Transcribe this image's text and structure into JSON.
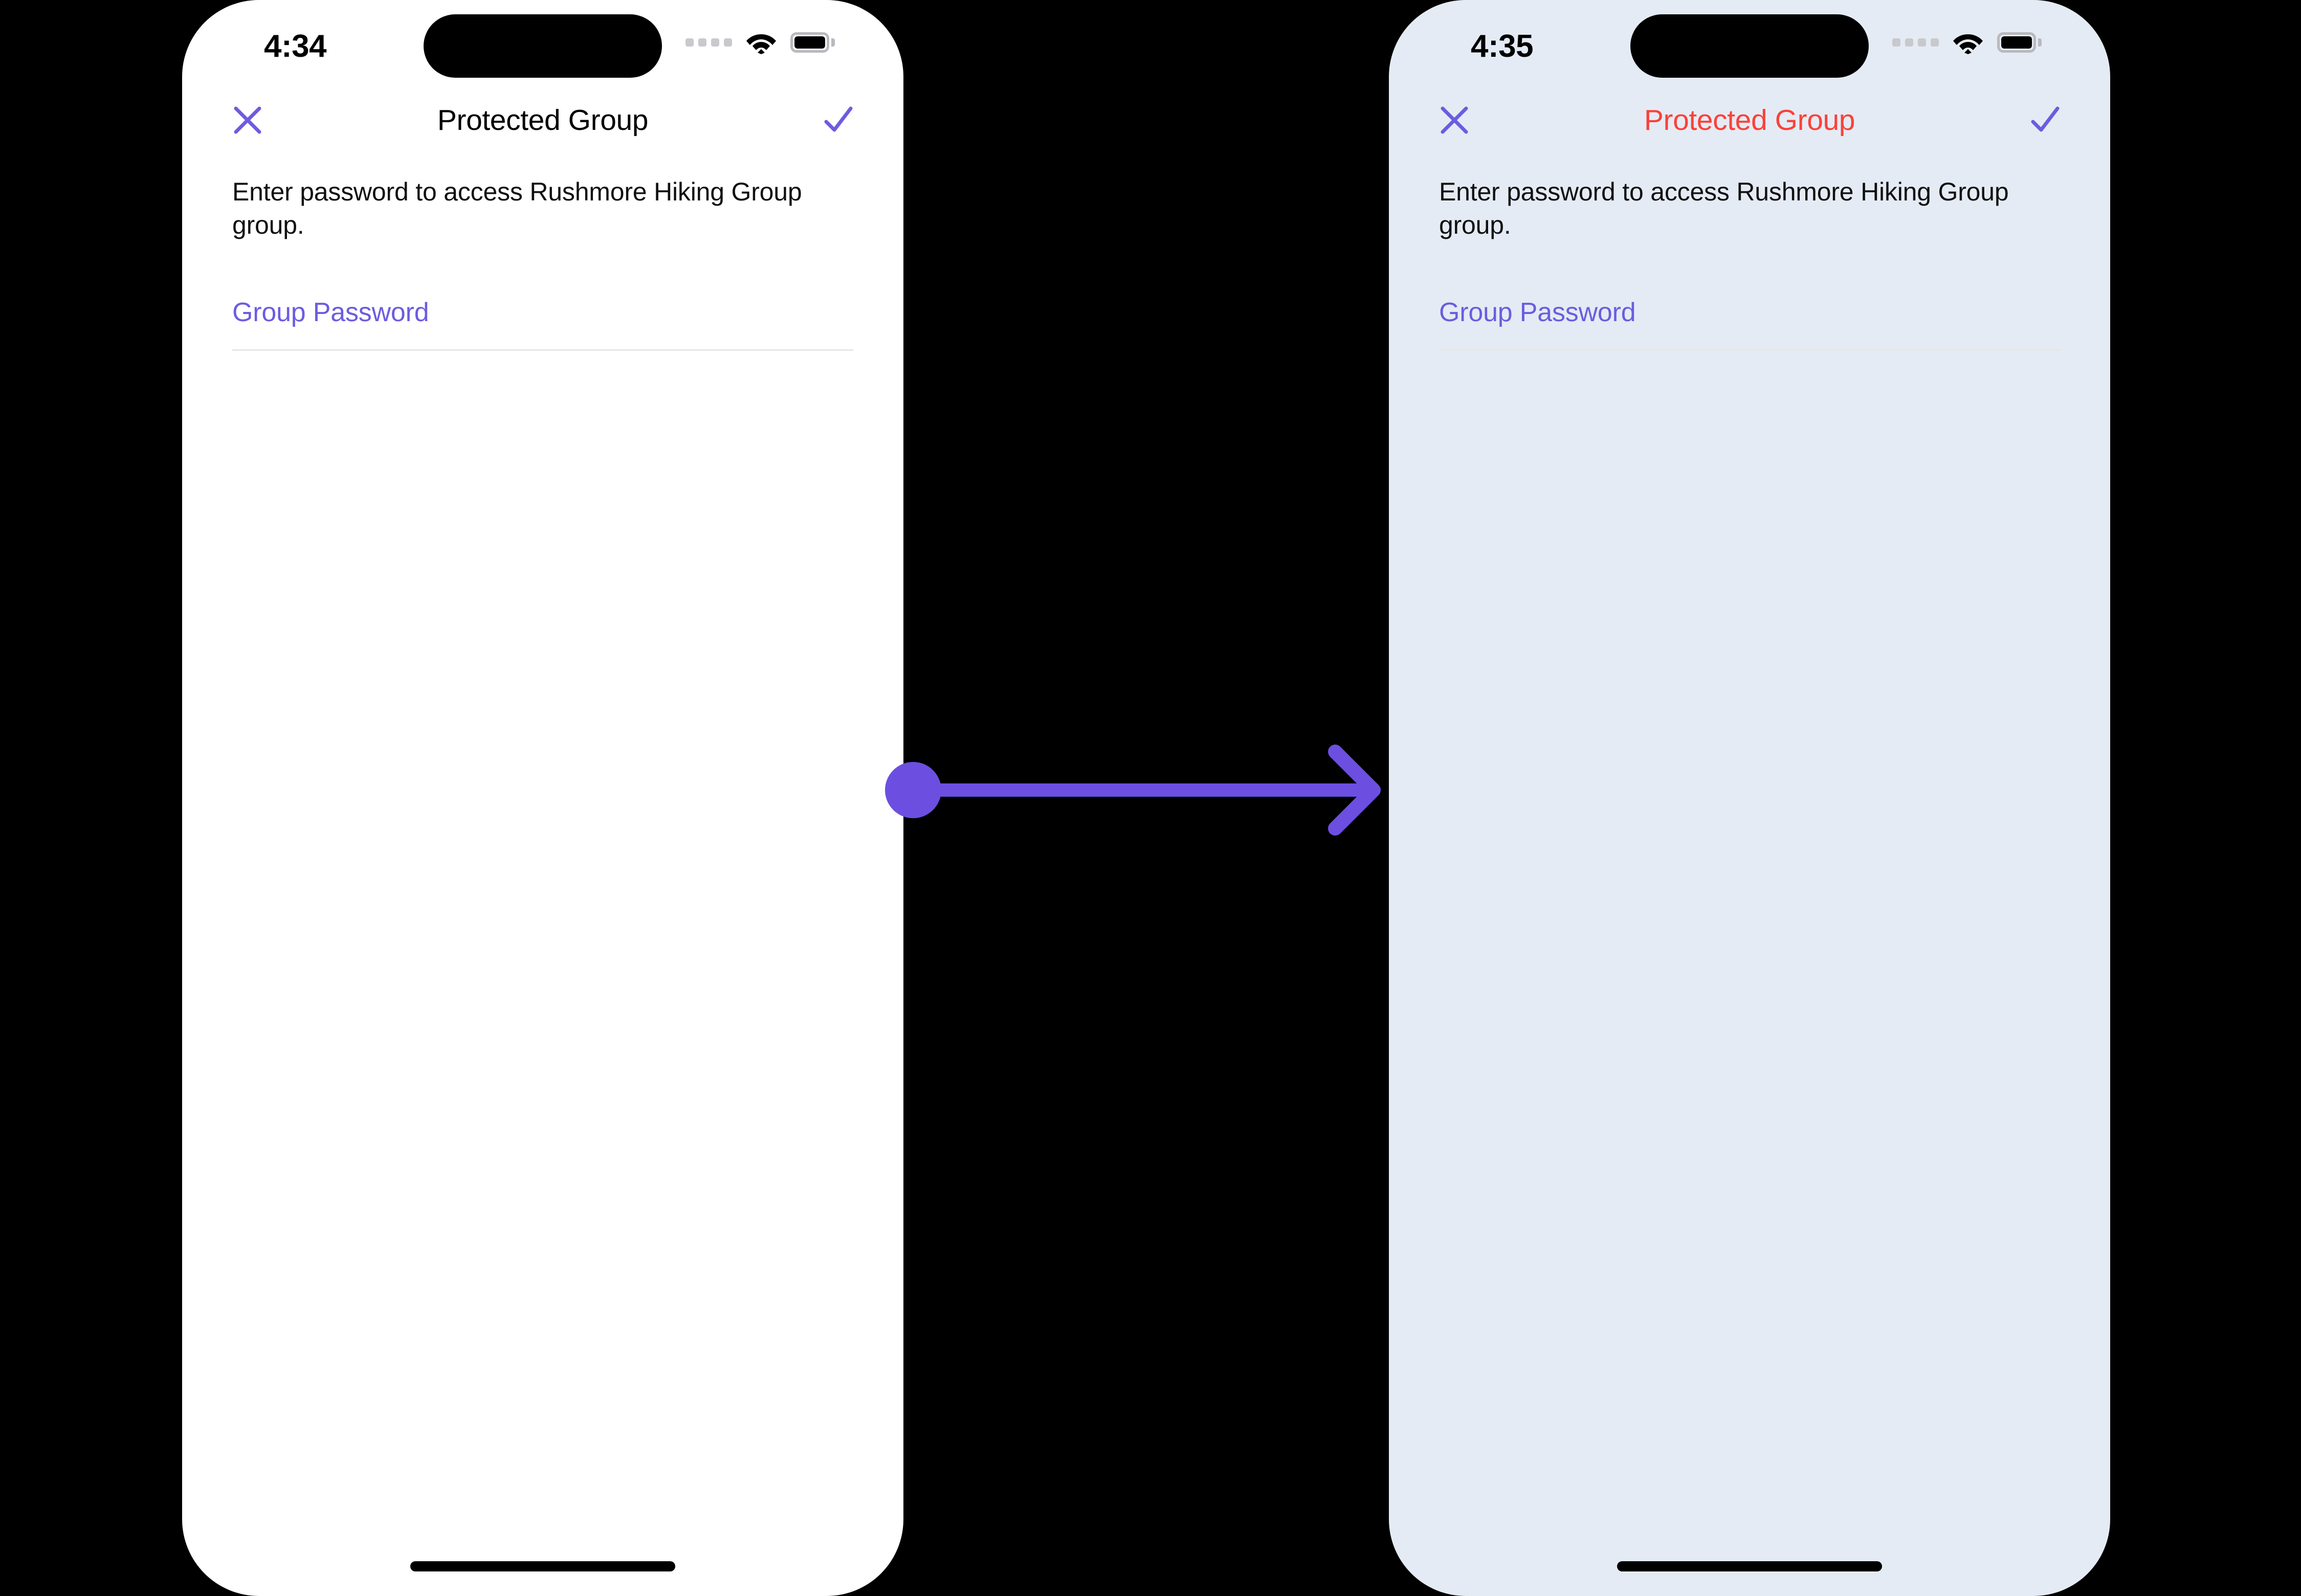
{
  "screens": [
    {
      "id": "before",
      "background_color": "#FFFFFF",
      "status_bar": {
        "time": "4:34",
        "signal_icon": "signal-dots-icon",
        "wifi_icon": "wifi-icon",
        "battery_icon": "battery-full-icon"
      },
      "nav_bar": {
        "close_icon": "close-x-icon",
        "title": "Protected Group",
        "title_color": "#000000",
        "confirm_icon": "checkmark-icon"
      },
      "body": {
        "description": "Enter password to access Rushmore Hiking Group group.",
        "password_field": {
          "label": "Group Password",
          "value": "",
          "placeholder": "Group Password",
          "label_color": "#6C5CE0"
        }
      },
      "home_indicator": "home-indicator"
    },
    {
      "id": "after",
      "background_color": "#E5EBF4",
      "status_bar": {
        "time": "4:35",
        "signal_icon": "signal-dots-icon",
        "wifi_icon": "wifi-icon",
        "battery_icon": "battery-full-icon"
      },
      "nav_bar": {
        "close_icon": "close-x-icon",
        "title": "Protected Group",
        "title_color": "#F9423A",
        "confirm_icon": "checkmark-icon"
      },
      "body": {
        "description": "Enter password to access Rushmore Hiking Group group.",
        "password_field": {
          "label": "Group Password",
          "value": "",
          "placeholder": "Group Password",
          "label_color": "#6C5CE0"
        }
      },
      "home_indicator": "home-indicator"
    }
  ],
  "annotation": {
    "type": "transition-arrow",
    "direction": "left-to-right",
    "color": "#6C4FE0"
  },
  "colors": {
    "accent_purple": "#6C5CE0",
    "arrow_purple": "#6C4FE0",
    "error_red": "#F9423A",
    "page_background": "#000000",
    "screen_light": "#FFFFFF",
    "screen_tinted": "#E5EBF4",
    "divider": "#E6E6EA",
    "signal_gray": "#C9C9CD"
  }
}
